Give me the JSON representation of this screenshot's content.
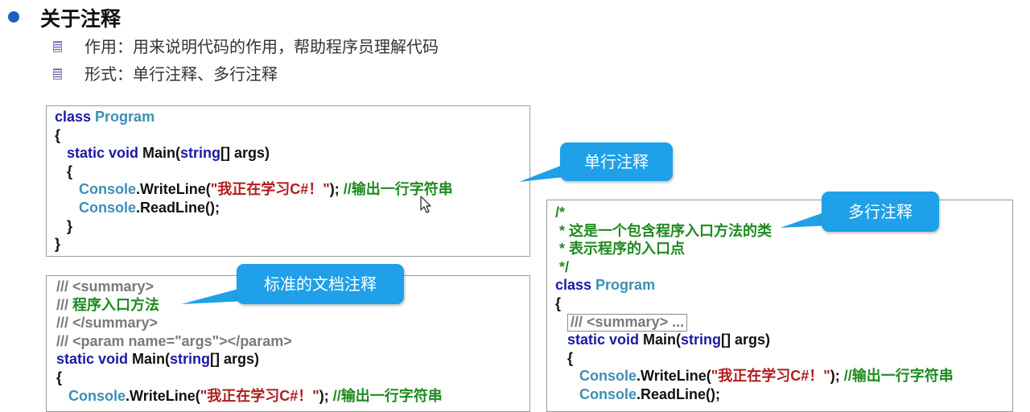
{
  "slide": {
    "title": "关于注释",
    "items": [
      {
        "label": "作用：用来说明代码的作用，帮助程序员理解代码"
      },
      {
        "label": "形式：单行注释、多行注释"
      }
    ]
  },
  "callouts": {
    "single_line": "单行注释",
    "multi_line": "多行注释",
    "doc_comment": "标准的文档注释"
  },
  "colors": {
    "bullet": "#1f5fbf",
    "callout": "#1fa0e8",
    "keyword": "#1a1aa6",
    "type": "#3b8fb5",
    "string": "#b01c1c",
    "comment": "#1f8a1f",
    "doc_comment": "#7a7a7a"
  },
  "code_single": {
    "lines": {
      "l1_kw": "class ",
      "l1_ty": "Program",
      "l2": "{",
      "l3_kw1": "   static void ",
      "l3_pl": "Main(",
      "l3_kw2": "string",
      "l3_pl2": "[] args)",
      "l4": "   {",
      "l5_ind": "      ",
      "l5_ty": "Console",
      "l5_pl": ".WriteLine(",
      "l5_str": "\"我正在学习C#！\"",
      "l5_pl2": "); ",
      "l5_cm": "//输出一行字符串",
      "l6_ind": "      ",
      "l6_ty": "Console",
      "l6_pl": ".ReadLine();",
      "l7": "   }",
      "l8": "}"
    }
  },
  "code_doc": {
    "lines": {
      "l1": "/// <summary>",
      "l2_doc": "/// ",
      "l2_cm": "程序入口方法",
      "l3": "/// </summary>",
      "l4": "/// <param name=\"args\"></param>",
      "l5_kw1": "static void ",
      "l5_pl": "Main(",
      "l5_kw2": "string",
      "l5_pl2": "[] args)",
      "l6": "{",
      "l7_ind": "   ",
      "l7_ty": "Console",
      "l7_pl": ".WriteLine(",
      "l7_str": "\"我正在学习C#！\"",
      "l7_pl2": "); ",
      "l7_cm": "//输出一行字符串"
    }
  },
  "code_multi": {
    "lines": {
      "l1": "/*",
      "l2": " * 这是一个包含程序入口方法的类",
      "l3": " * 表示程序的入口点",
      "l4": " */",
      "l5_kw": "class ",
      "l5_ty": "Program",
      "l6": "{",
      "l7_ind": "   ",
      "l7_fold": "/// <summary> ...",
      "l8_kw1": "   static void ",
      "l8_pl": "Main(",
      "l8_kw2": "string",
      "l8_pl2": "[] args)",
      "l9": "   {",
      "l10_ind": "      ",
      "l10_ty": "Console",
      "l10_pl": ".WriteLine(",
      "l10_str": "\"我正在学习C#！\"",
      "l10_pl2": "); ",
      "l10_cm": "//输出一行字符串",
      "l11_ind": "      ",
      "l11_ty": "Console",
      "l11_pl": ".ReadLine();"
    }
  }
}
